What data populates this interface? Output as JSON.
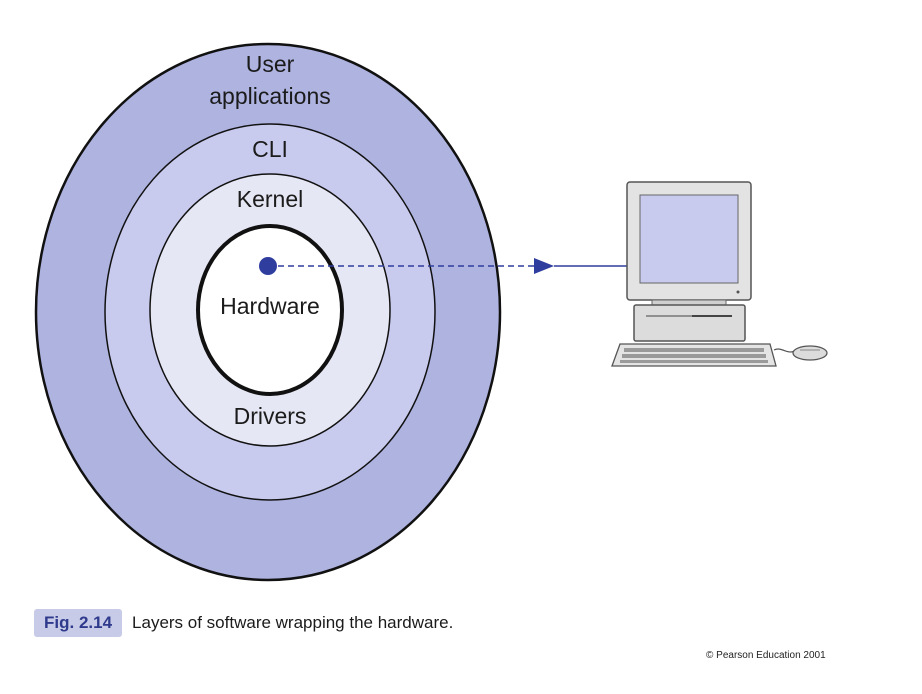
{
  "diagram": {
    "layers": {
      "user_applications_line1": "User",
      "user_applications_line2": "applications",
      "cli": "CLI",
      "kernel": "Kernel",
      "hardware": "Hardware",
      "drivers": "Drivers"
    },
    "icons": [
      "computer-icon",
      "keyboard-icon",
      "mouse-icon"
    ]
  },
  "caption": {
    "figure": "Fig. 2.14",
    "text": "Layers of software wrapping the hardware."
  },
  "copyright": "© Pearson Education 2001",
  "colors": {
    "outer_ring": "#aeb3e0",
    "cli_ring": "#c9cbee",
    "kernel_ring": "#e6e7f4",
    "hardware_core": "#ffffff",
    "accent_blue": "#2f3d9e",
    "monitor_screen": "#c8cbee"
  }
}
